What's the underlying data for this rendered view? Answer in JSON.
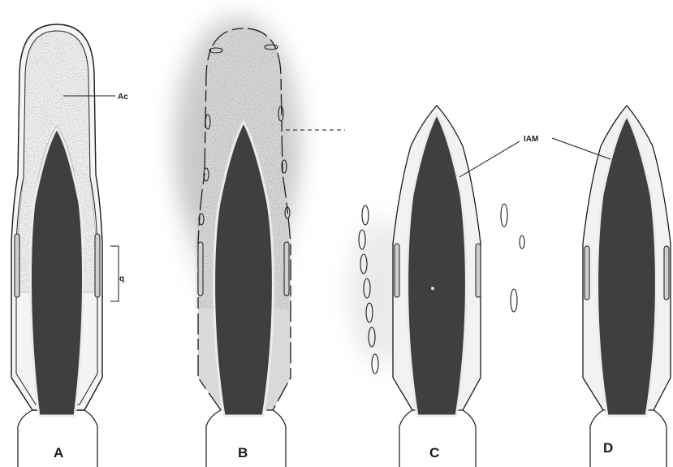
{
  "panels": [
    {
      "label": "A"
    },
    {
      "label": "B"
    },
    {
      "label": "C"
    },
    {
      "label": "D"
    }
  ],
  "annotations": {
    "acrosome": "Ac",
    "inner_acrosomal_membrane": "IAM",
    "equatorial_segment": "q"
  },
  "colors": {
    "nucleus": "#3f3f3f",
    "acrosome_stipple": "#8a8a8a",
    "halo": "#b8b8b8",
    "outline": "#1a1a1a",
    "background": "#ffffff"
  }
}
